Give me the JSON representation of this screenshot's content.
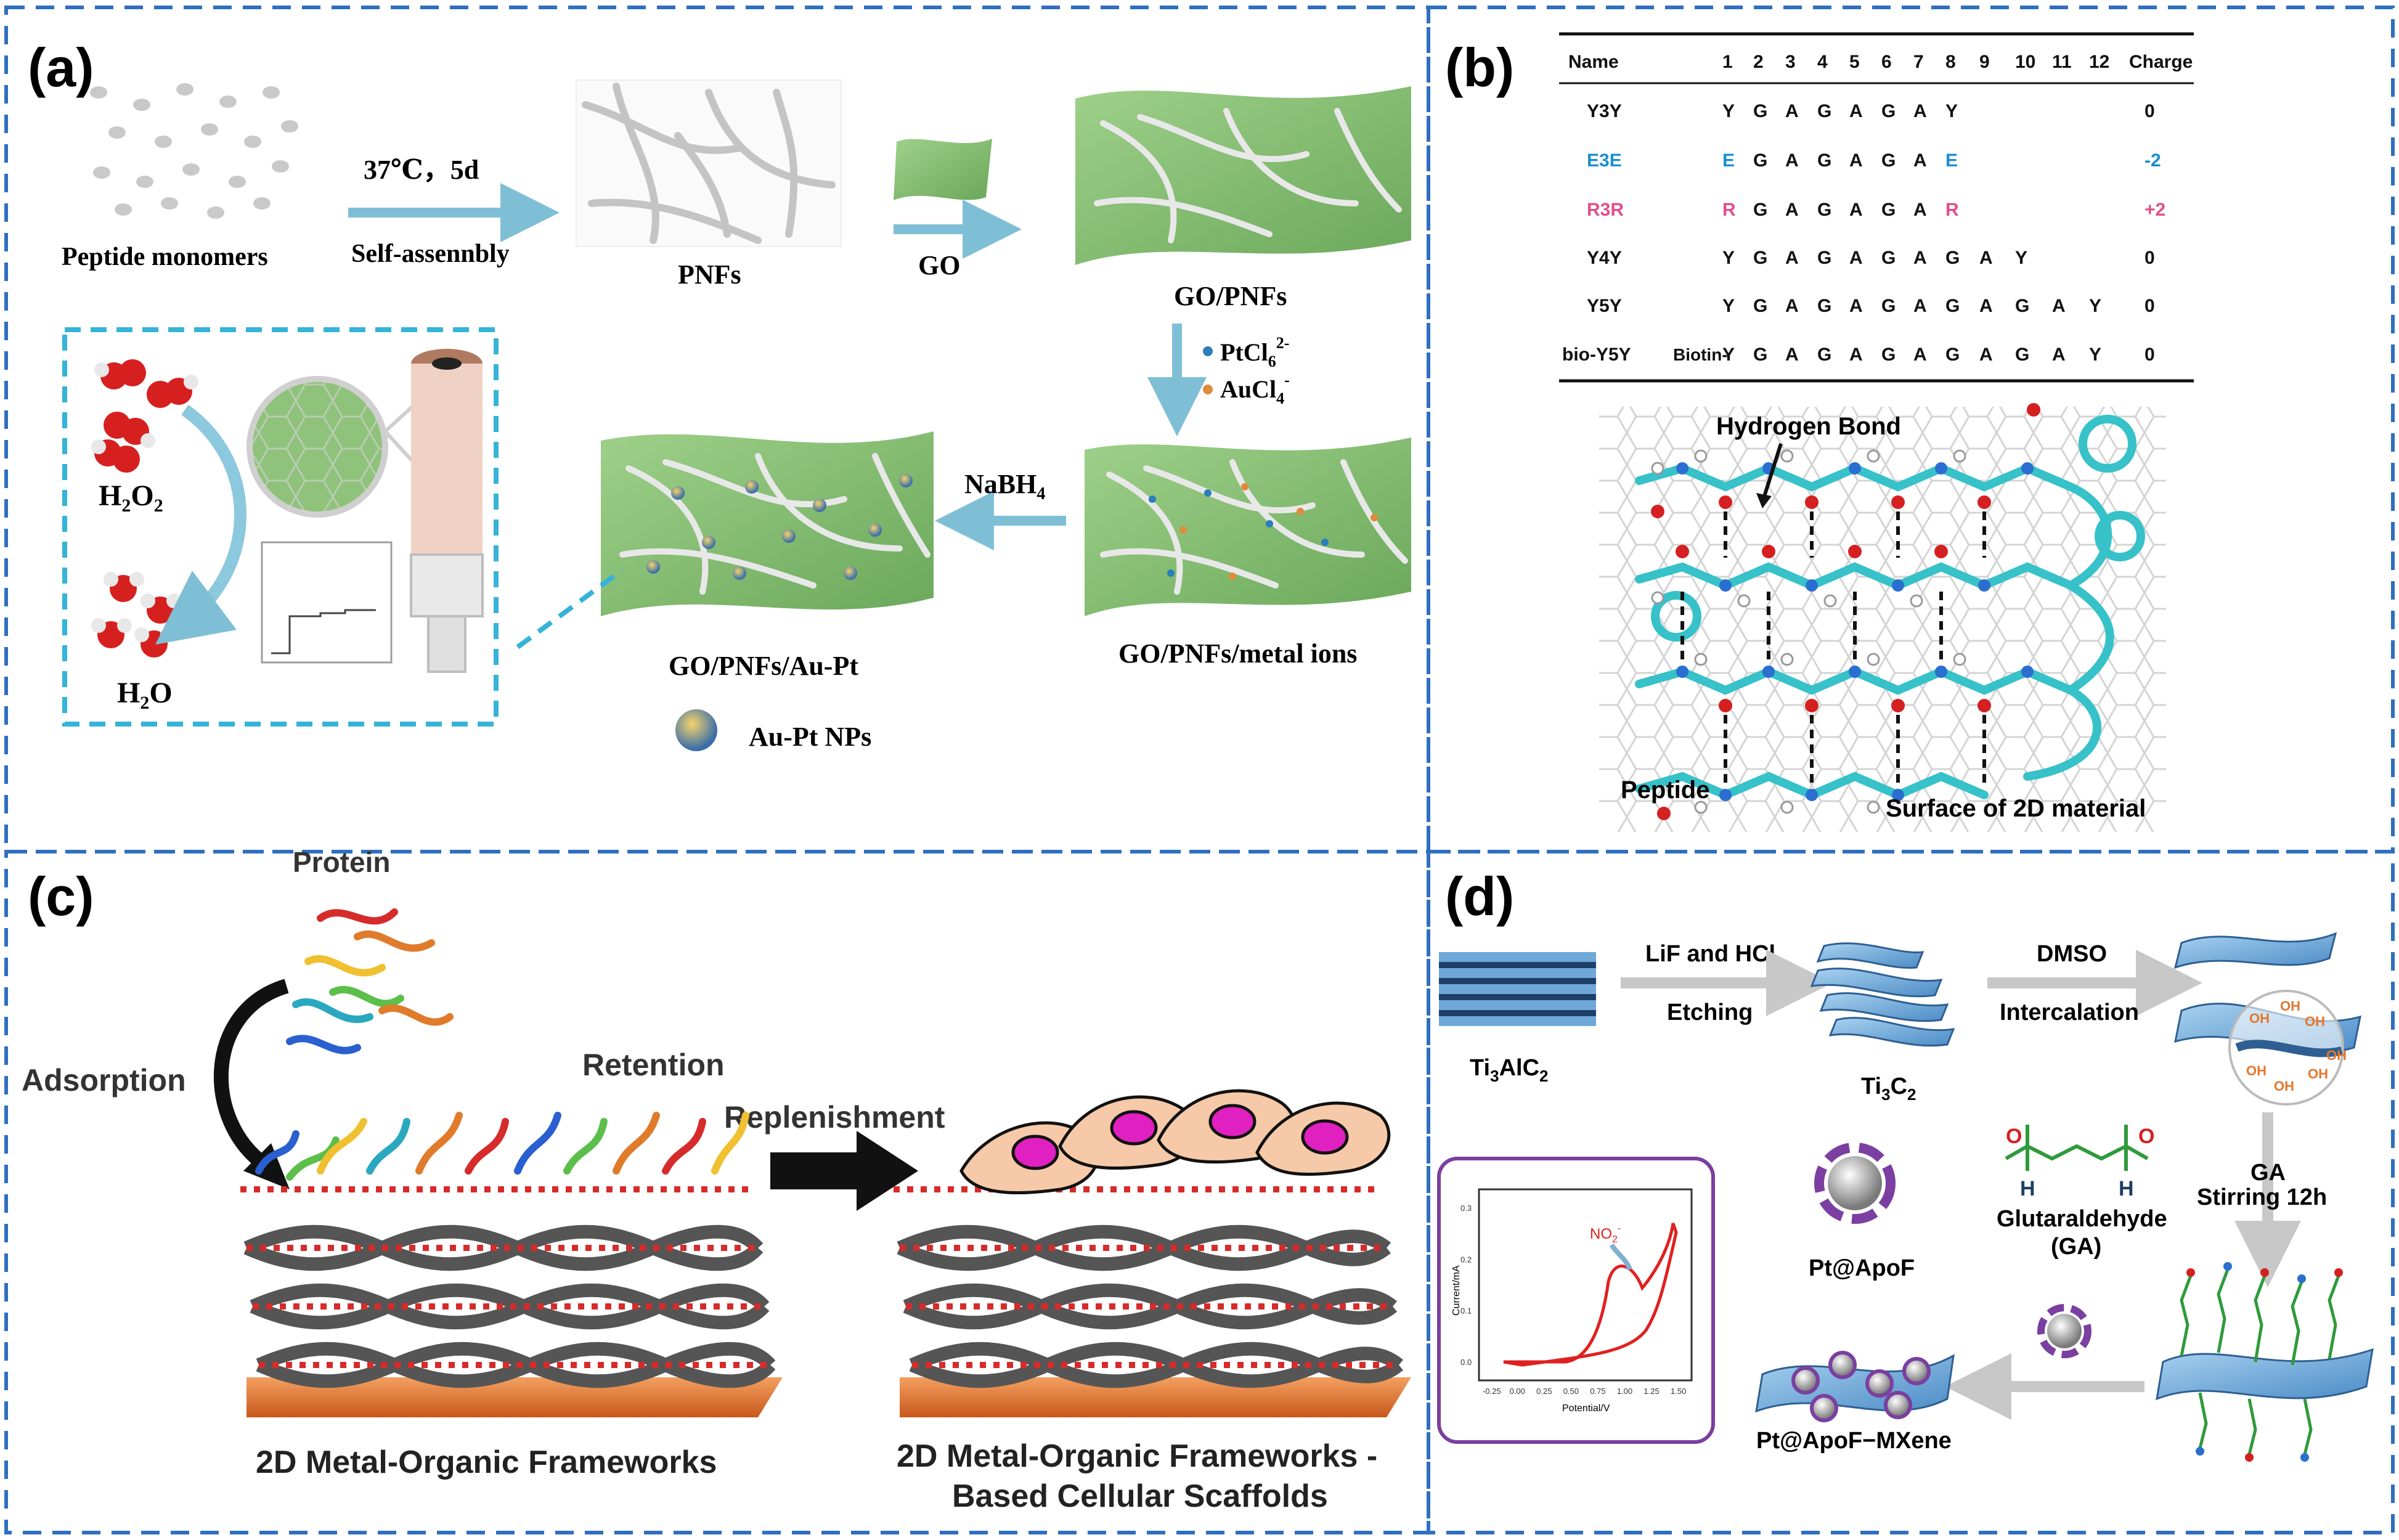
{
  "colors": {
    "dash_blue": "#2f6fbf",
    "arrow_teal": "#7fbfd6",
    "sheet_green": "#86bf72",
    "sheet_green_dark": "#5e9e4f",
    "e3e_blue": "#1a8fd0",
    "r3r_pink": "#e0508a",
    "mof_red": "#d62b2b",
    "substrate_orange": "#e4772c",
    "mxene_blue": "#6fa8d8",
    "glutaraldehyde_green": "#2f9a3b",
    "ga_red": "#d42020",
    "cv_purple": "#7a3fa0",
    "cv_red": "#e02020"
  },
  "panel_a": {
    "label": "(a)",
    "peptide_monomers": "Peptide monomers",
    "condition": "37℃，5d",
    "self_assembly": "Self-assennbly",
    "pnfs": "PNFs",
    "go": "GO",
    "go_pnfs": "GO/PNFs",
    "ptcl6": "PtCl",
    "ptcl6_sub": "6",
    "ptcl6_sup": "2-",
    "aucl4": "AuCl",
    "aucl4_sub": "4",
    "aucl4_sup": "-",
    "go_pnfs_metal": "GO/PNFs/metal ions",
    "nabh4": "NaBH",
    "nabh4_sub": "4",
    "go_pnfs_aupt": "GO/PNFs/Au-Pt",
    "aupt_nps": "Au-Pt NPs",
    "h2o2": "H",
    "h2o2_sub1": "2",
    "h2o2_mid": "O",
    "h2o2_sub2": "2",
    "h2o": "H",
    "h2o_sub": "2",
    "h2o_end": "O"
  },
  "panel_b": {
    "label": "(b)",
    "headers": [
      "Name",
      "1",
      "2",
      "3",
      "4",
      "5",
      "6",
      "7",
      "8",
      "9",
      "10",
      "11",
      "12",
      "Charge"
    ],
    "rows": [
      {
        "name": "Y3Y",
        "prefix": "",
        "seq": [
          "Y",
          "G",
          "A",
          "G",
          "A",
          "G",
          "A",
          "Y",
          "",
          "",
          "",
          ""
        ],
        "charge": "0",
        "color": "#111111"
      },
      {
        "name": "E3E",
        "prefix": "",
        "seq": [
          "E",
          "G",
          "A",
          "G",
          "A",
          "G",
          "A",
          "E",
          "",
          "",
          "",
          ""
        ],
        "charge": "-2",
        "color": "#1a8fd0"
      },
      {
        "name": "R3R",
        "prefix": "",
        "seq": [
          "R",
          "G",
          "A",
          "G",
          "A",
          "G",
          "A",
          "R",
          "",
          "",
          "",
          ""
        ],
        "charge": "+2",
        "color": "#e0508a"
      },
      {
        "name": "Y4Y",
        "prefix": "",
        "seq": [
          "Y",
          "G",
          "A",
          "G",
          "A",
          "G",
          "A",
          "G",
          "A",
          "Y",
          "",
          ""
        ],
        "charge": "0",
        "color": "#111111"
      },
      {
        "name": "Y5Y",
        "prefix": "",
        "seq": [
          "Y",
          "G",
          "A",
          "G",
          "A",
          "G",
          "A",
          "G",
          "A",
          "G",
          "A",
          "Y"
        ],
        "charge": "0",
        "color": "#111111"
      },
      {
        "name": "bio-Y5Y",
        "prefix": "Biotin-",
        "seq": [
          "Y",
          "G",
          "A",
          "G",
          "A",
          "G",
          "A",
          "G",
          "A",
          "G",
          "A",
          "Y"
        ],
        "charge": "0",
        "color": "#111111"
      }
    ],
    "hydrogen_bond": "Hydrogen Bond",
    "peptide": "Peptide",
    "surface": "Surface of 2D material"
  },
  "panel_c": {
    "label": "(c)",
    "protein": "Protein",
    "adsorption": "Adsorption",
    "retention": "Retention",
    "replenishment": "Replenishment",
    "mof_left": "2D Metal-Organic Frameworks",
    "mof_right_line1": "2D Metal-Organic Frameworks -",
    "mof_right_line2": "Based Cellular Scaffolds"
  },
  "panel_d": {
    "label": "(d)",
    "ti3alc2": "Ti",
    "ti3alc2_sub1": "3",
    "ti3alc2_mid": "AlC",
    "ti3alc2_sub2": "2",
    "lif_hcl": "LiF and HCl",
    "etching": "Etching",
    "ti3c2": "Ti",
    "ti3c2_sub1": "3",
    "ti3c2_mid": "C",
    "ti3c2_sub2": "2",
    "dmso": "DMSO",
    "intercalation": "Intercalation",
    "oh": "OH",
    "ga": "GA",
    "stirring": "Stirring 12h",
    "glutaraldehyde": "Glutaraldehyde",
    "ga_paren": "(GA)",
    "h": "H",
    "o": "O",
    "pt_apof": "Pt@ApoF",
    "pt_apof_mxene": "Pt@ApoF−MXene",
    "cv_no2": "NO",
    "cv_no2_sub": "2",
    "cv_no2_sup": "-",
    "cv_ylabel": "Current/mA",
    "cv_xlabel": "Potential/V",
    "cv_xticks": [
      "-0.25",
      "0.00",
      "0.25",
      "0.50",
      "0.75",
      "1.00",
      "1.25",
      "1.50"
    ],
    "cv_yticks": [
      "0.0",
      "0.1",
      "0.2",
      "0.3"
    ]
  }
}
